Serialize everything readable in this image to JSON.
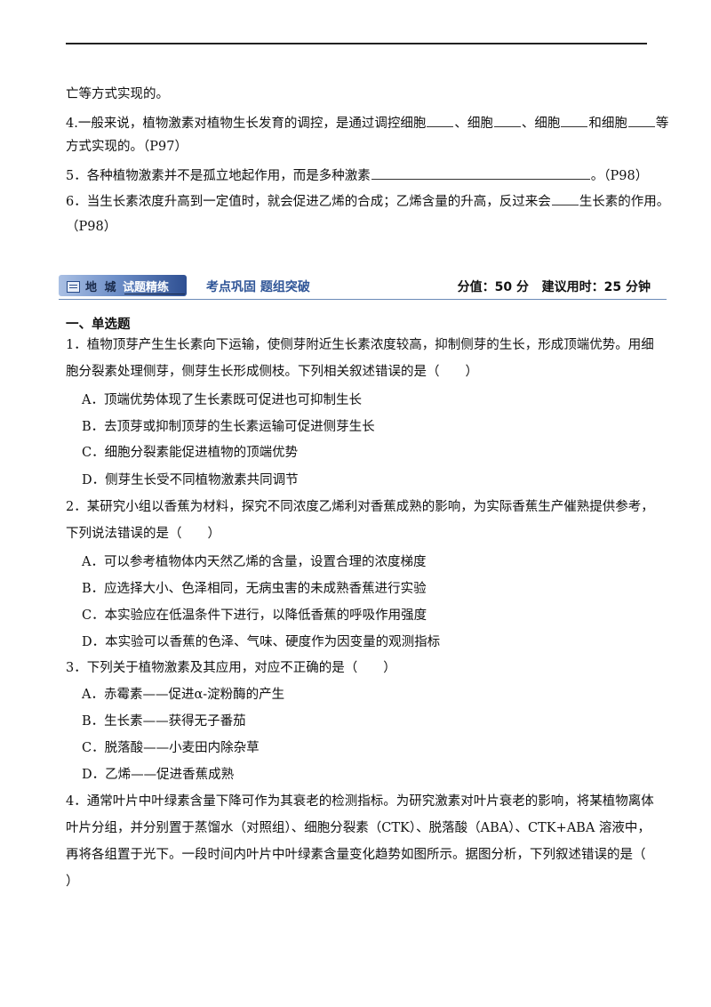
{
  "continuation_tail": "亡等方式实现的。",
  "fill_items": [
    {
      "id": "4",
      "parts": [
        "4.一般来说，植物激素对植物生长发育的调控，是通过调控细胞",
        "、细胞",
        "、细胞",
        "和细胞",
        "等"
      ],
      "line2": "方式实现的。（P97）"
    },
    {
      "id": "5",
      "before": "5．各种植物激素并不是孤立地起作用，而是多种激素",
      "after": "。（P98）"
    },
    {
      "id": "6",
      "before": "6．当生长素浓度升高到一定值时，就会促进乙烯的合成；乙烯含量的升高，反过来会",
      "after": "生长素的作用。",
      "line2": "（P98）"
    }
  ],
  "banner": {
    "tag_prefix": "地 城",
    "tag_title": "试题精练",
    "subtitle": "考点巩固 题组突破",
    "score": "分值：50 分",
    "time": "建议用时：25 分钟"
  },
  "section_title": "一、单选题",
  "questions": [
    {
      "stem_lines": [
        "1．植物顶芽产生生长素向下运输，使侧芽附近生长素浓度较高，抑制侧芽的生长，形成顶端优势。用细",
        "胞分裂素处理侧芽，侧芽生长形成侧枝。下列相关叙述错误的是（　　）"
      ],
      "options": [
        "A．顶端优势体现了生长素既可促进也可抑制生长",
        "B．去顶芽或抑制顶芽的生长素运输可促进侧芽生长",
        "C．细胞分裂素能促进植物的顶端优势",
        "D．侧芽生长受不同植物激素共同调节"
      ]
    },
    {
      "stem_lines": [
        "2．某研究小组以香蕉为材料，探究不同浓度乙烯利对香蕉成熟的影响，为实际香蕉生产催熟提供参考，",
        "下列说法错误的是（　　）"
      ],
      "options": [
        "A．可以参考植物体内天然乙烯的含量，设置合理的浓度梯度",
        "B．应选择大小、色泽相同，无病虫害的未成熟香蕉进行实验",
        "C．本实验应在低温条件下进行，以降低香蕉的呼吸作用强度",
        "D．本实验可以香蕉的色泽、气味、硬度作为因变量的观测指标"
      ]
    },
    {
      "stem_lines": [
        "3．下列关于植物激素及其应用，对应不正确的是（　　）"
      ],
      "options": [
        "A．赤霉素——促进α-淀粉酶的产生",
        "B．生长素——获得无子番茄",
        "C．脱落酸——小麦田内除杂草",
        "D．乙烯——促进香蕉成熟"
      ]
    },
    {
      "stem_lines": [
        "4．通常叶片中叶绿素含量下降可作为其衰老的检测指标。为研究激素对叶片衰老的影响，将某植物离体",
        "叶片分组，并分别置于蒸馏水（对照组）、细胞分裂素（CTK）、脱落酸（ABA）、CTK+ABA 溶液中，",
        "再将各组置于光下。一段时间内叶片中叶绿素含量变化趋势如图所示。据图分析，下列叙述错误的是（",
        "）"
      ],
      "options": []
    }
  ]
}
